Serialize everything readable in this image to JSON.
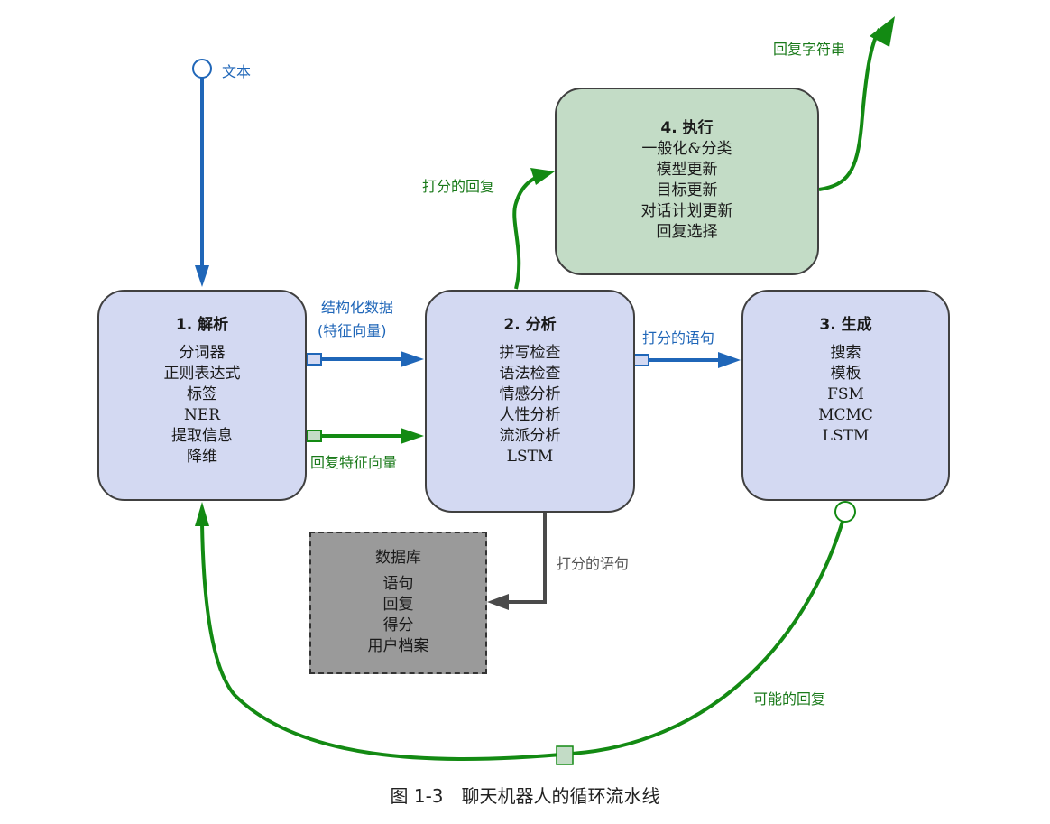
{
  "stages": {
    "parse": {
      "title": "1. 解析",
      "items": [
        "分词器",
        "正则表达式",
        "标签",
        "NER",
        "提取信息",
        "降维"
      ]
    },
    "analyze": {
      "title": "2. 分析",
      "items": [
        "拼写检查",
        "语法检查",
        "情感分析",
        "人性分析",
        "流派分析",
        "LSTM"
      ]
    },
    "generate": {
      "title": "3. 生成",
      "items": [
        "搜索",
        "模板",
        "FSM",
        "MCMC",
        "LSTM"
      ]
    },
    "execute": {
      "title": "4. 执行",
      "items": [
        "一般化&分类",
        "模型更新",
        "目标更新",
        "对话计划更新",
        "回复选择"
      ]
    },
    "database": {
      "title": "数据库",
      "items": [
        "语句",
        "回复",
        "得分",
        "用户档案"
      ]
    }
  },
  "edges": {
    "input_text": "文本",
    "structured_data_line1": "结构化数据",
    "structured_data_line2": "(特征向量)",
    "response_feature_vector": "回复特征向量",
    "scored_statements_to_generate": "打分的语句",
    "scored_statements_to_db": "打分的语句",
    "scored_responses": "打分的回复",
    "response_string": "回复字符串",
    "possible_responses": "可能的回复"
  },
  "colors": {
    "blue_flow": "#1f66b8",
    "green_flow": "#138a13",
    "gray_flow": "#4a4a4a",
    "stage_fill": "#d3d9f2",
    "execute_fill": "#c3dcc6",
    "database_fill": "#9a9a9a"
  },
  "caption": "图 1-3　聊天机器人的循环流水线"
}
